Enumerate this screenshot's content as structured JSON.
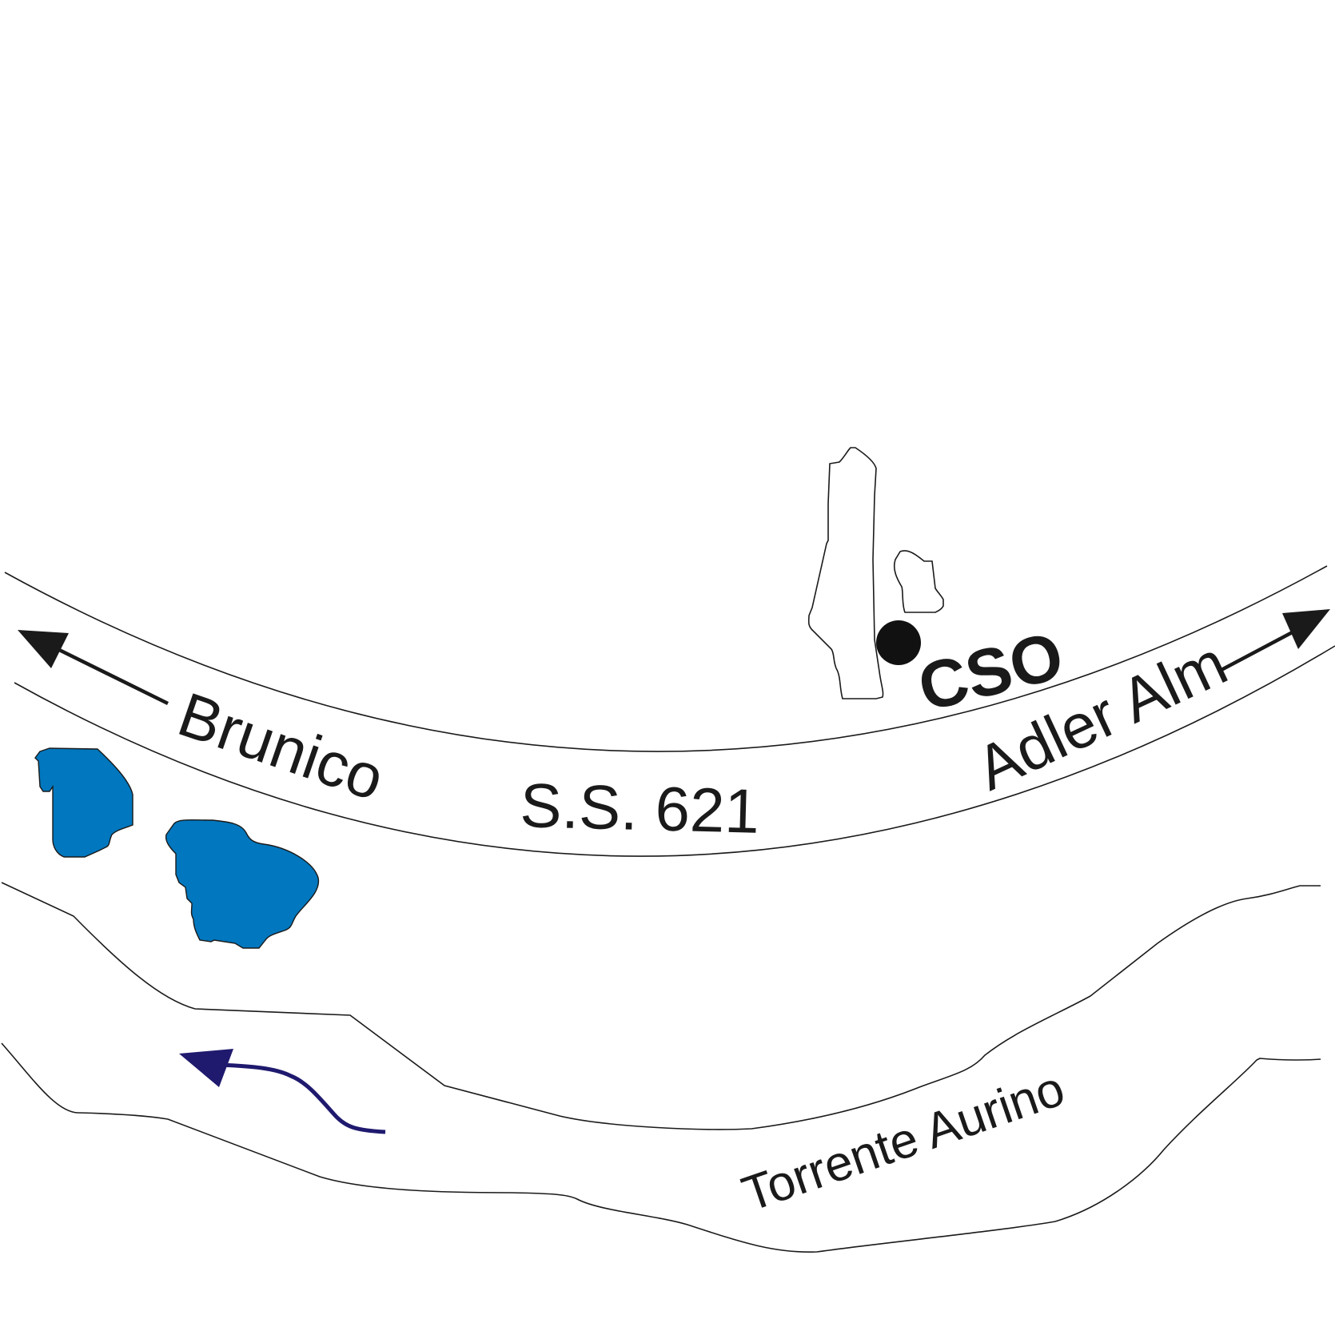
{
  "map": {
    "road": {
      "name": "S.S. 621",
      "direction_left": "Brunico",
      "direction_right": "Adler Alm"
    },
    "station": {
      "label": "CSO"
    },
    "river": {
      "name": "Torrente Aurino"
    },
    "colors": {
      "lake_fill": "#0077be",
      "river_flow_arrow": "#1f1a6e",
      "road_arrow": "#1a1a1a",
      "station_marker": "#111111",
      "outline": "#1a1a1a"
    },
    "icons": {
      "station_marker": "filled-circle",
      "direction_arrows": "arrow",
      "flow_arrow": "curved-arrow"
    }
  }
}
